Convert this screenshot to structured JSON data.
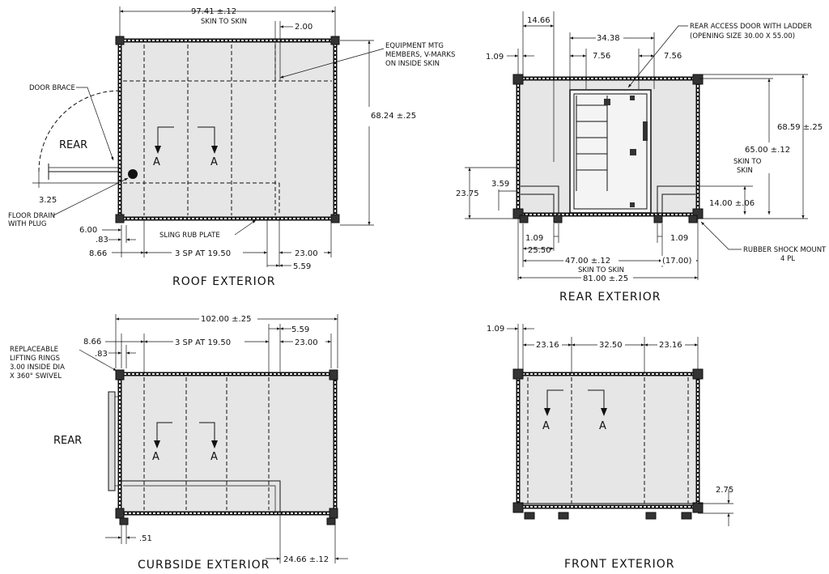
{
  "views": {
    "roof": {
      "title": "ROOF EXTERIOR",
      "dim_width": "97.41 ±.12",
      "dim_width_sub": "SKIN TO SKIN",
      "dim_200": "2.00",
      "equipment_note": [
        "EQUIPMENT MTG",
        "MEMBERS, V-MARKS",
        "ON INSIDE SKIN"
      ],
      "dim_height": "68.24 ±.25",
      "door_brace": "DOOR BRACE",
      "rear": "REAR",
      "section_a": "A",
      "dim_325": "3.25",
      "floor_drain": [
        "FLOOR DRAIN",
        "WITH PLUG"
      ],
      "dim_600": "6.00",
      "dim_083": ".83",
      "dim_866": "8.66",
      "sling_rub": "SLING RUB PLATE",
      "spacing": "3 SP AT 19.50",
      "dim_2300": "23.00",
      "dim_559": "5.59"
    },
    "rear": {
      "title": "REAR EXTERIOR",
      "dim_1466": "14.66",
      "dim_109": "1.09",
      "dim_3438": "34.38",
      "dim_756": "7.56",
      "access_note": [
        "REAR ACCESS DOOR WITH LADDER",
        "(OPENING SIZE 30.00 X 55.00)"
      ],
      "dim_6859": "68.59 ±.25",
      "dim_6500": "65.00 ±.12",
      "skin_to_skin": [
        "SKIN TO",
        "SKIN"
      ],
      "dim_359": "3.59",
      "dim_2375": "23.75",
      "dim_1400": "14.00 ±.06",
      "dim_2550": "25.50",
      "dim_4700": "47.00 ±.12",
      "skin_to_skin_2": "SKIN TO SKIN",
      "dim_1700": "(17.00)",
      "dim_8100": "81.00 ±.25",
      "rubber_mount": [
        "RUBBER SHOCK MOUNT",
        "4 PL"
      ]
    },
    "curbside": {
      "title": "CURBSIDE EXTERIOR",
      "dim_width": "102.00 ±.25",
      "dim_559": "5.59",
      "dim_866": "8.66",
      "dim_083": ".83",
      "spacing": "3 SP AT 19.50",
      "dim_2300": "23.00",
      "lifting_rings": [
        "REPLACEABLE",
        "LIFTING RINGS",
        "3.00 INSIDE DIA",
        "X 360° SWIVEL"
      ],
      "rear": "REAR",
      "section_a": "A",
      "dim_051": ".51",
      "dim_2466": "24.66 ±.12"
    },
    "front": {
      "title": "FRONT EXTERIOR",
      "dim_109": "1.09",
      "dim_2316": "23.16",
      "dim_3250": "32.50",
      "section_a": "A",
      "dim_275": "2.75"
    }
  }
}
